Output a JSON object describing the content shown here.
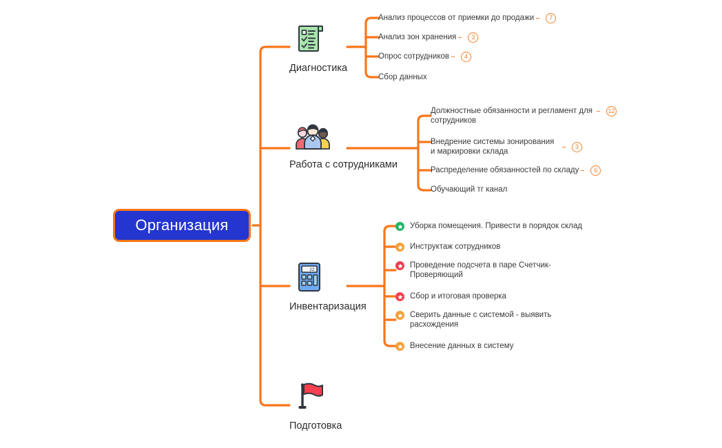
{
  "colors": {
    "branch": "#f8761a",
    "root_fill": "#2436cf",
    "root_border": "#f87617",
    "badge": "#f5822a",
    "text_topic": "#2c2c2c",
    "text_leaf": "#3a3a3a",
    "marker_green": "#1fb562",
    "marker_orange": "#f5a038",
    "marker_red": "#f2404f"
  },
  "root": {
    "label": "Организация"
  },
  "topics": [
    {
      "id": "diagnostika",
      "label": "Диагностика",
      "icon": "checklist-document-icon",
      "children": [
        {
          "text": "Анализ процессов от приемки до продажи",
          "badge": "7",
          "marker": null
        },
        {
          "text": "Анализ зон хранения",
          "badge": "3",
          "marker": null
        },
        {
          "text": "Опрос сотрудников",
          "badge": "4",
          "marker": null
        },
        {
          "text": "Сбор данных",
          "badge": null,
          "marker": null
        }
      ]
    },
    {
      "id": "rabota-s-sotrudnikami",
      "label": "Работа с сотрудниками",
      "icon": "people-group-icon",
      "children": [
        {
          "text": "Должностные обязанности и регламент для сотрудников",
          "badge": "12",
          "marker": null
        },
        {
          "text": "Внедрение системы зонирования и маркировки склада",
          "badge": "3",
          "marker": null
        },
        {
          "text": "Распределение обязанностей по складу",
          "badge": "6",
          "marker": null
        },
        {
          "text": "Обучающий тг канал",
          "badge": null,
          "marker": null
        }
      ]
    },
    {
      "id": "inventarizaciya",
      "label": "Инвентаризация",
      "icon": "calculator-icon",
      "children": [
        {
          "text": "Уборка помещения. Привести в порядок склад",
          "badge": null,
          "marker": "green"
        },
        {
          "text": "Инструктаж сотрудников",
          "badge": null,
          "marker": "orange"
        },
        {
          "text": "Проведение подсчета в паре Счетчик-Проверяющий",
          "badge": null,
          "marker": "red"
        },
        {
          "text": "Сбор и итоговая проверка",
          "badge": null,
          "marker": "red"
        },
        {
          "text": "Сверить данные с системой - выявить расхождения",
          "badge": null,
          "marker": "orange"
        },
        {
          "text": "Внесение данных в систему",
          "badge": null,
          "marker": "orange"
        }
      ]
    },
    {
      "id": "podgotovka",
      "label": "Подготовка",
      "icon": "red-flag-icon",
      "children": []
    }
  ]
}
